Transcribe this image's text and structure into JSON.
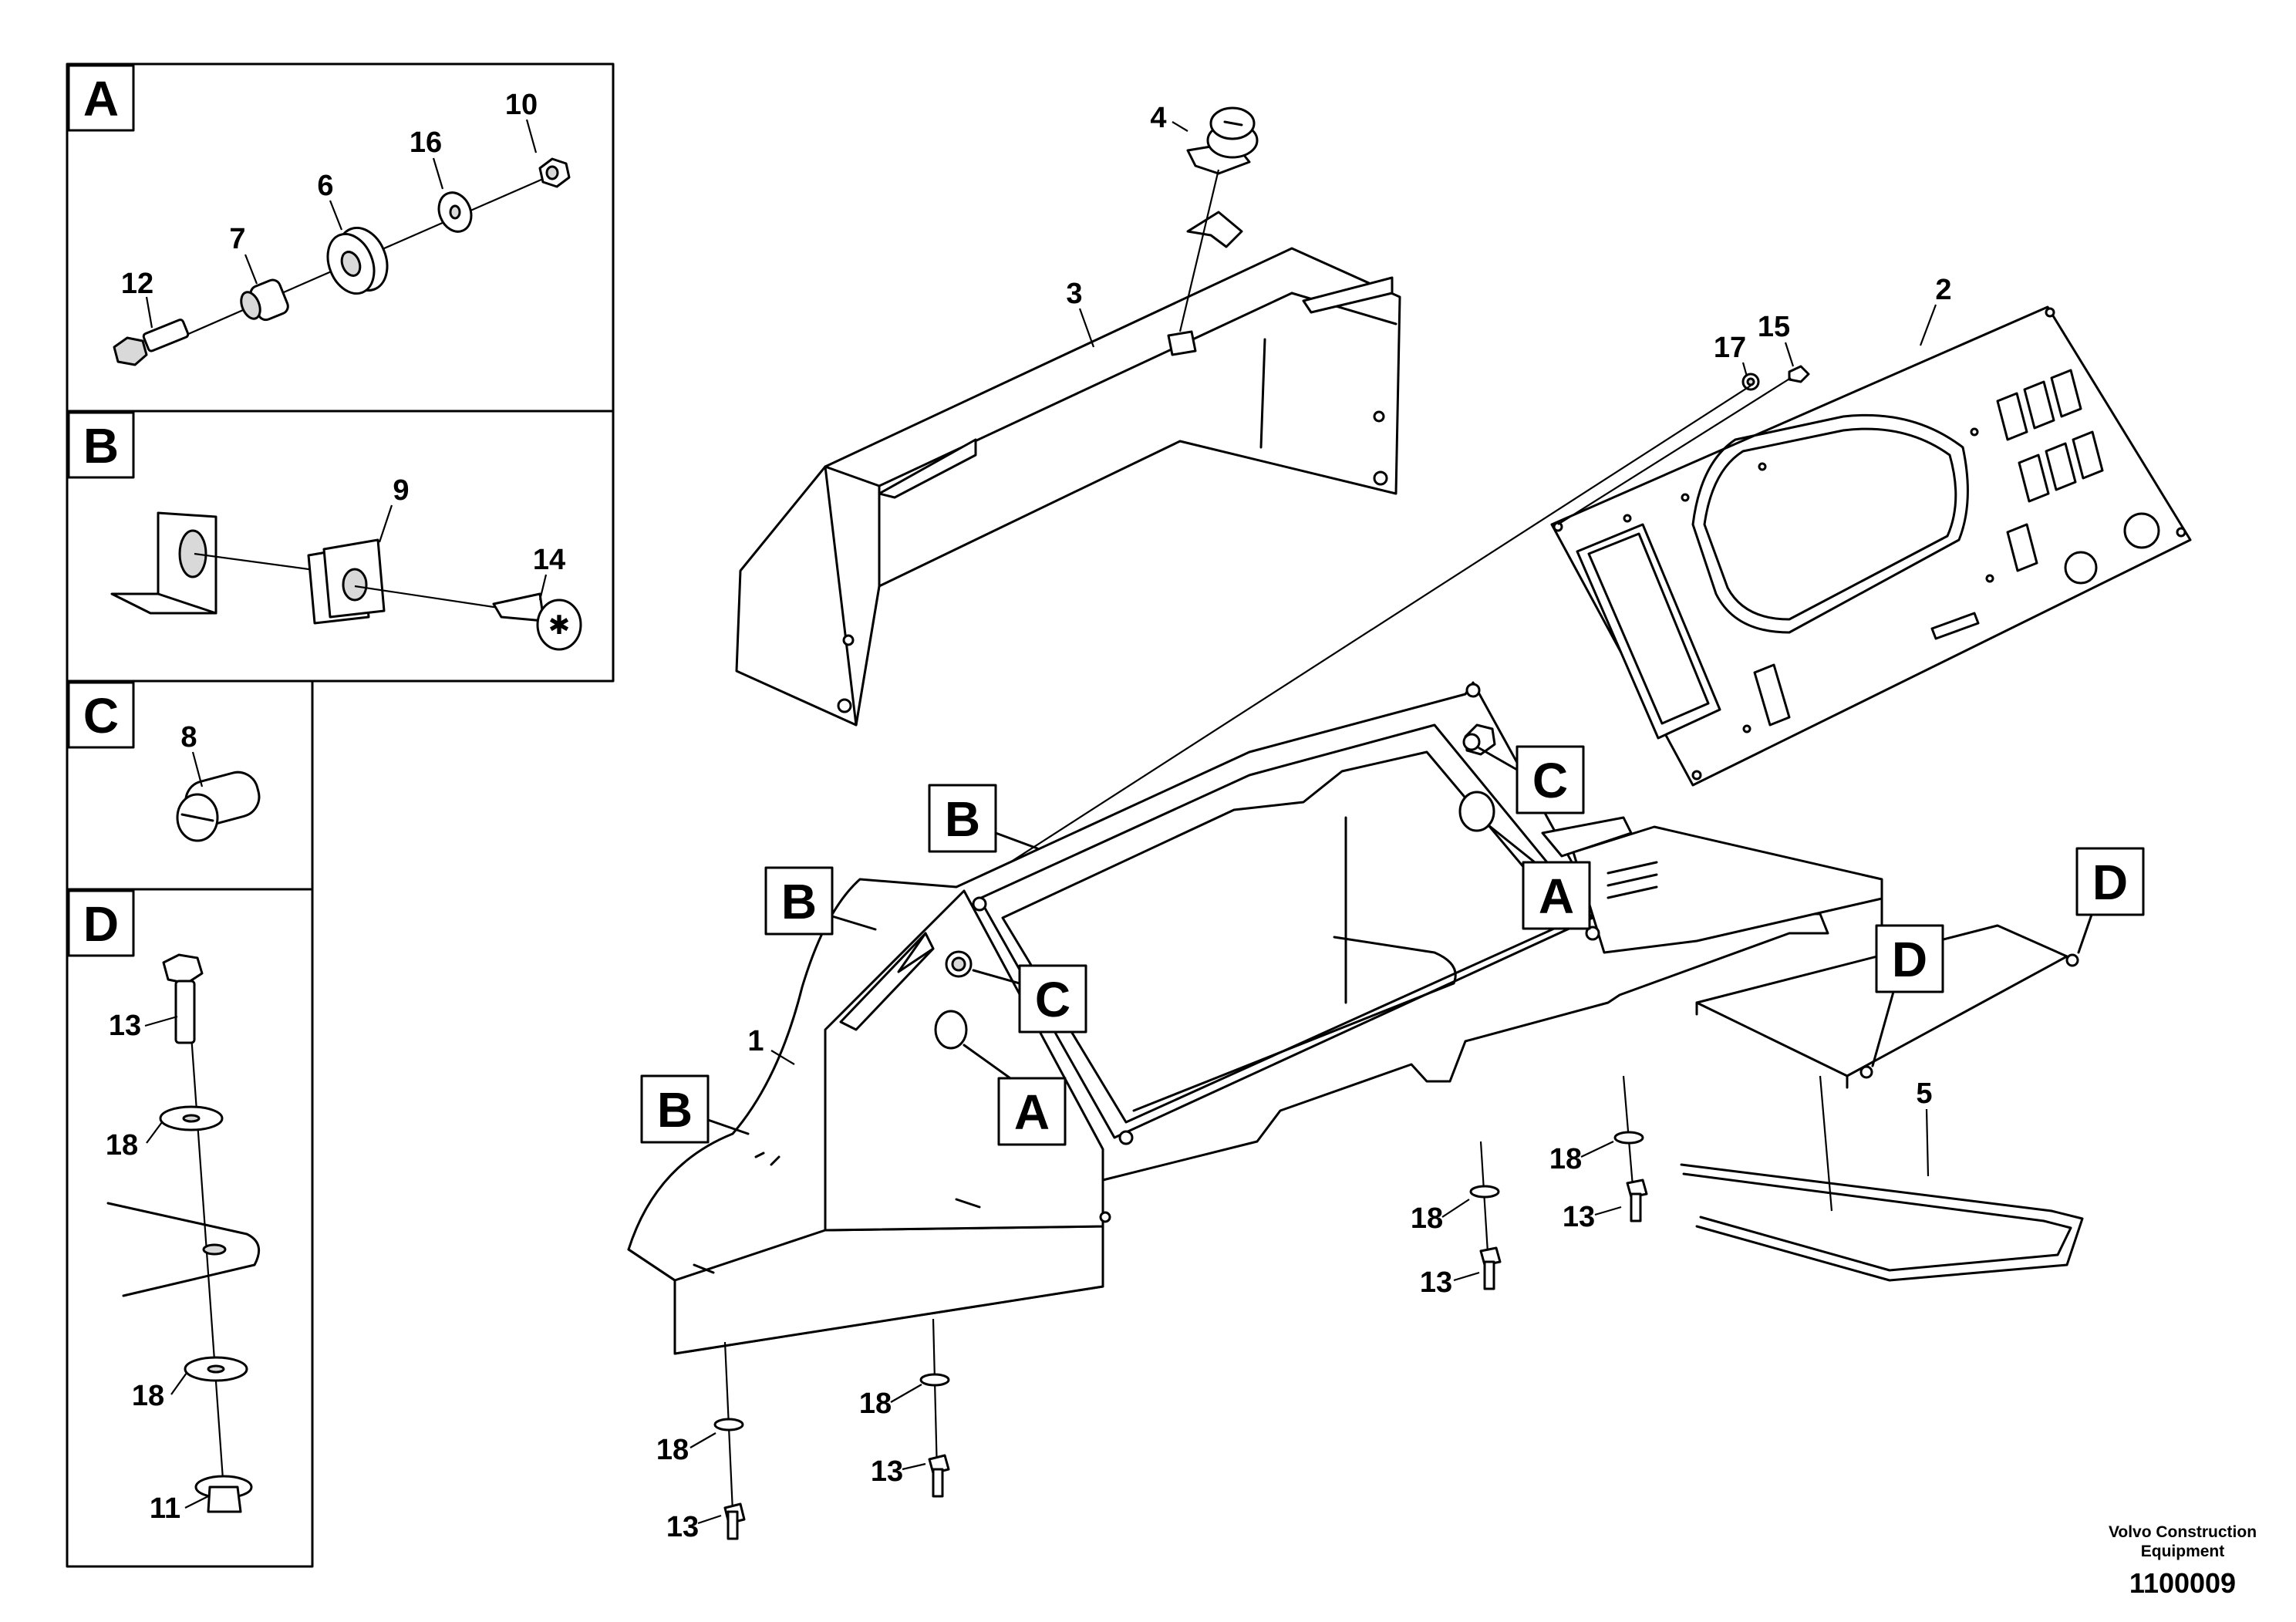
{
  "diagram": {
    "insets": [
      {
        "letter": "A",
        "parts": [
          "10",
          "16",
          "6",
          "7",
          "12"
        ]
      },
      {
        "letter": "B",
        "parts": [
          "9",
          "14"
        ]
      },
      {
        "letter": "C",
        "parts": [
          "8"
        ]
      },
      {
        "letter": "D",
        "parts": [
          "13",
          "18",
          "18",
          "11"
        ]
      }
    ],
    "callout_letters": [
      "B",
      "B",
      "B",
      "C",
      "C",
      "A",
      "A",
      "D",
      "D"
    ],
    "main_labels": [
      "4",
      "3",
      "2",
      "17",
      "15",
      "1",
      "5",
      "18",
      "13",
      "18",
      "13",
      "18",
      "13",
      "18",
      "13"
    ]
  },
  "footer": {
    "company_line1": "Volvo Construction",
    "company_line2": "Equipment",
    "figure_id": "1100009"
  }
}
